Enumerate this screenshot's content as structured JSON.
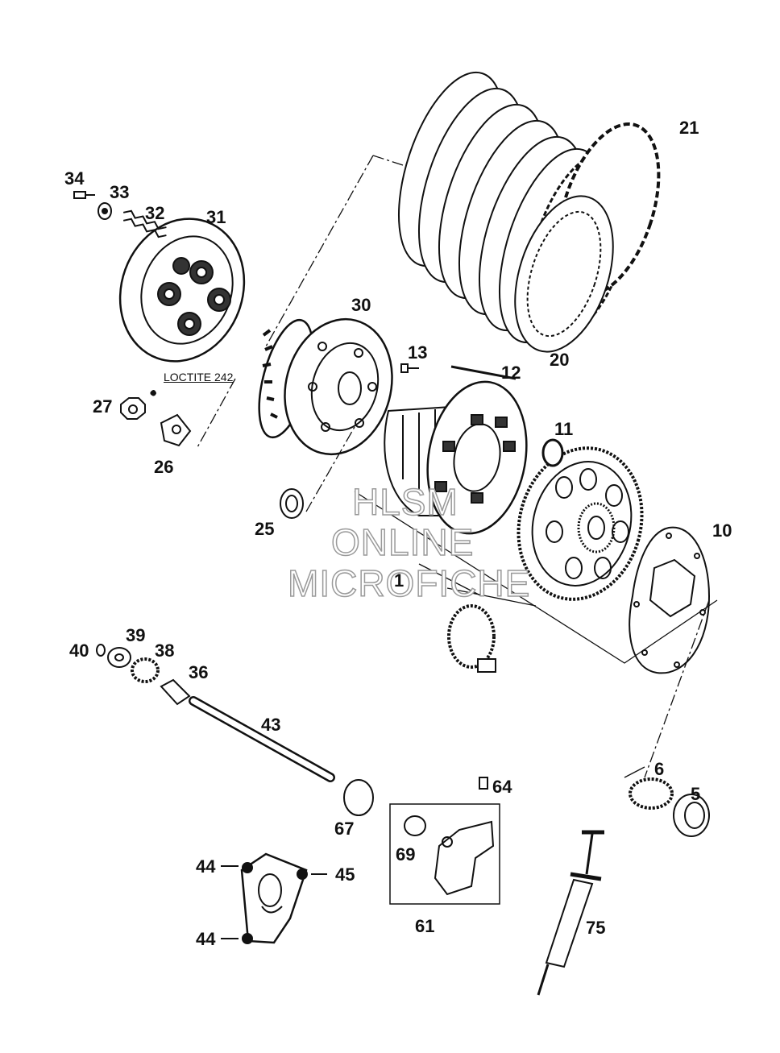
{
  "labels": {
    "p1": "1",
    "p5": "5",
    "p6": "6",
    "p10": "10",
    "p11": "11",
    "p12": "12",
    "p13": "13",
    "p20": "20",
    "p21": "21",
    "p25": "25",
    "p26": "26",
    "p27": "27",
    "p30": "30",
    "p31": "31",
    "p32": "32",
    "p33": "33",
    "p34": "34",
    "p36": "36",
    "p38": "38",
    "p39": "39",
    "p40": "40",
    "p43": "43",
    "p44a": "44",
    "p44b": "44",
    "p45": "45",
    "p61": "61",
    "p64": "64",
    "p67": "67",
    "p69": "69",
    "p75": "75"
  },
  "note": {
    "loctite": "LOCTITE 242"
  },
  "watermark": {
    "line1": "HLSM",
    "line2": "ONLINE",
    "line3": "MICROFICHE"
  },
  "colors": {
    "ink": "#111111",
    "watermark_outline": "#9a9a9a"
  }
}
